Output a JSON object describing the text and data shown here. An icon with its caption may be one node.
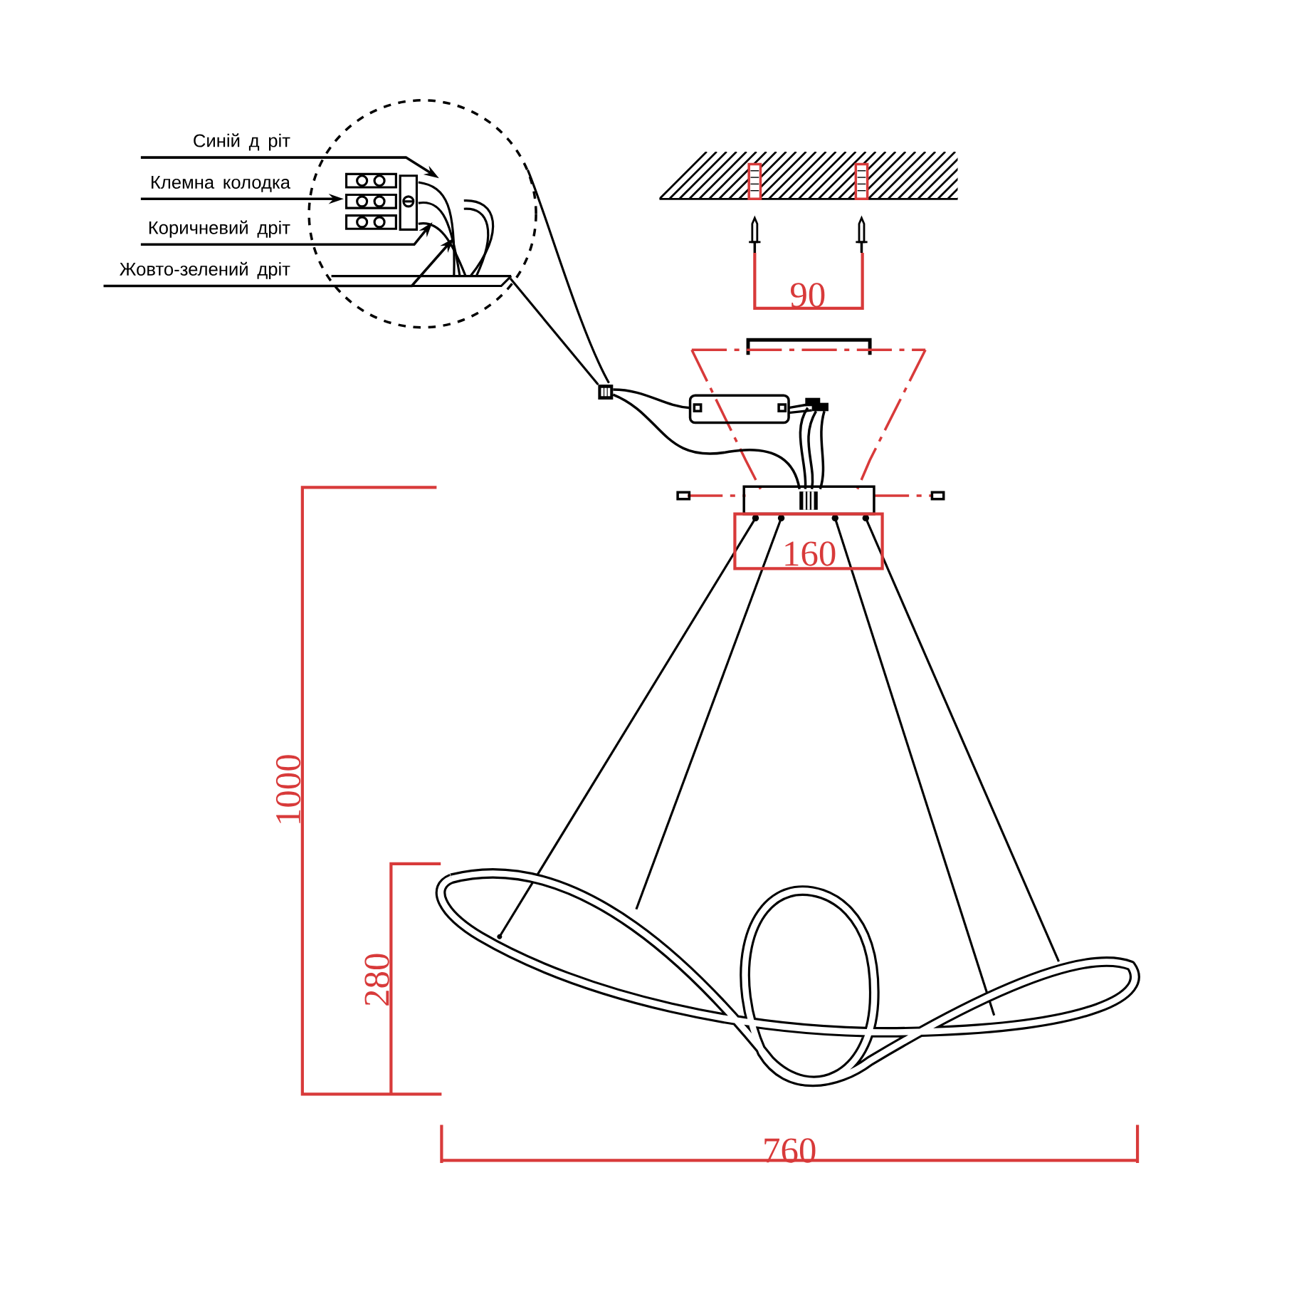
{
  "diagram": {
    "nodes": [
      {
        "text": [
          "Синій д ріт"
        ]
      },
      {
        "text": [
          "Клемна колодка"
        ]
      },
      {
        "text": [
          "Коричневий дріт"
        ]
      },
      {
        "text": [
          "Жовто-зелений дріт"
        ]
      }
    ],
    "edges": [
      {
        "from": 0,
        "to": null,
        "arrow": "to"
      },
      {
        "from": 1,
        "to": null,
        "arrow": "to"
      },
      {
        "from": 2,
        "to": null,
        "arrow": "to"
      },
      {
        "from": 3,
        "to": null,
        "arrow": "to"
      }
    ],
    "labels": [
      "90",
      "160",
      "1000",
      "280",
      "760"
    ]
  }
}
